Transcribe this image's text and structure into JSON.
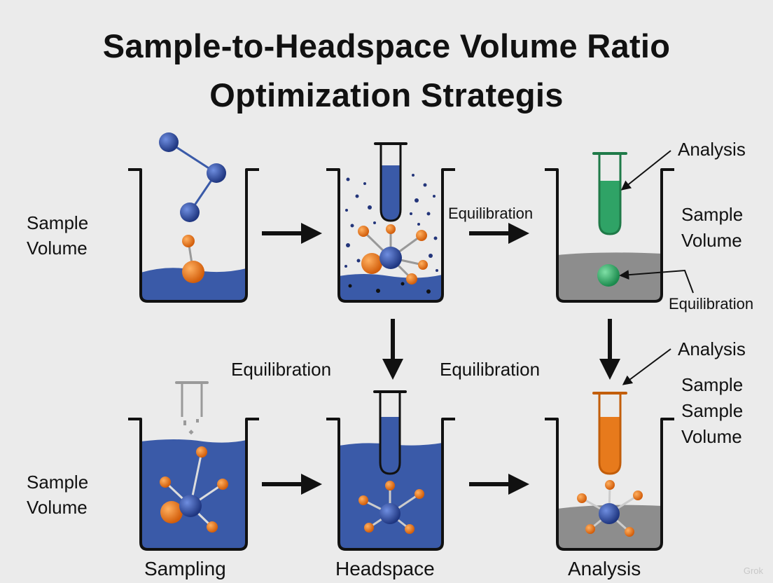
{
  "title": {
    "line1": "Sample-to-Headspace Volume Ratio",
    "line2": "Optimization Strategis"
  },
  "labels": {
    "sample_volume_top_left_1": "Sample",
    "sample_volume_top_left_2": "Volume",
    "equilibration_top_arrow": "Equilibration",
    "analysis_top_right": "Analysis",
    "sample_volume_top_right_1": "Sample",
    "sample_volume_top_right_2": "Volume",
    "equilibration_top_right": "Equilibration",
    "equilibration_mid_left": "Equilibration",
    "equilibration_mid_right": "Equilibration",
    "analysis_mid_right": "Analysis",
    "sample_mid_right_1": "Sample",
    "sample_mid_right_2": "Sample",
    "volume_mid_right": "Volume",
    "sample_volume_bottom_left_1": "Sample",
    "sample_volume_bottom_left_2": "Volume",
    "sampling": "Sampling",
    "headspace": "Headspace",
    "analysis_bottom": "Analysis"
  },
  "watermark": "Grok",
  "colors": {
    "background": "#ebebeb",
    "liquid_blue": "#3a5aa8",
    "molecule_navy": "#2d4a9a",
    "atom_orange": "#e77a1c",
    "green": "#2fa366",
    "gray_liquid": "#8d8d8d",
    "outline": "#111111"
  }
}
